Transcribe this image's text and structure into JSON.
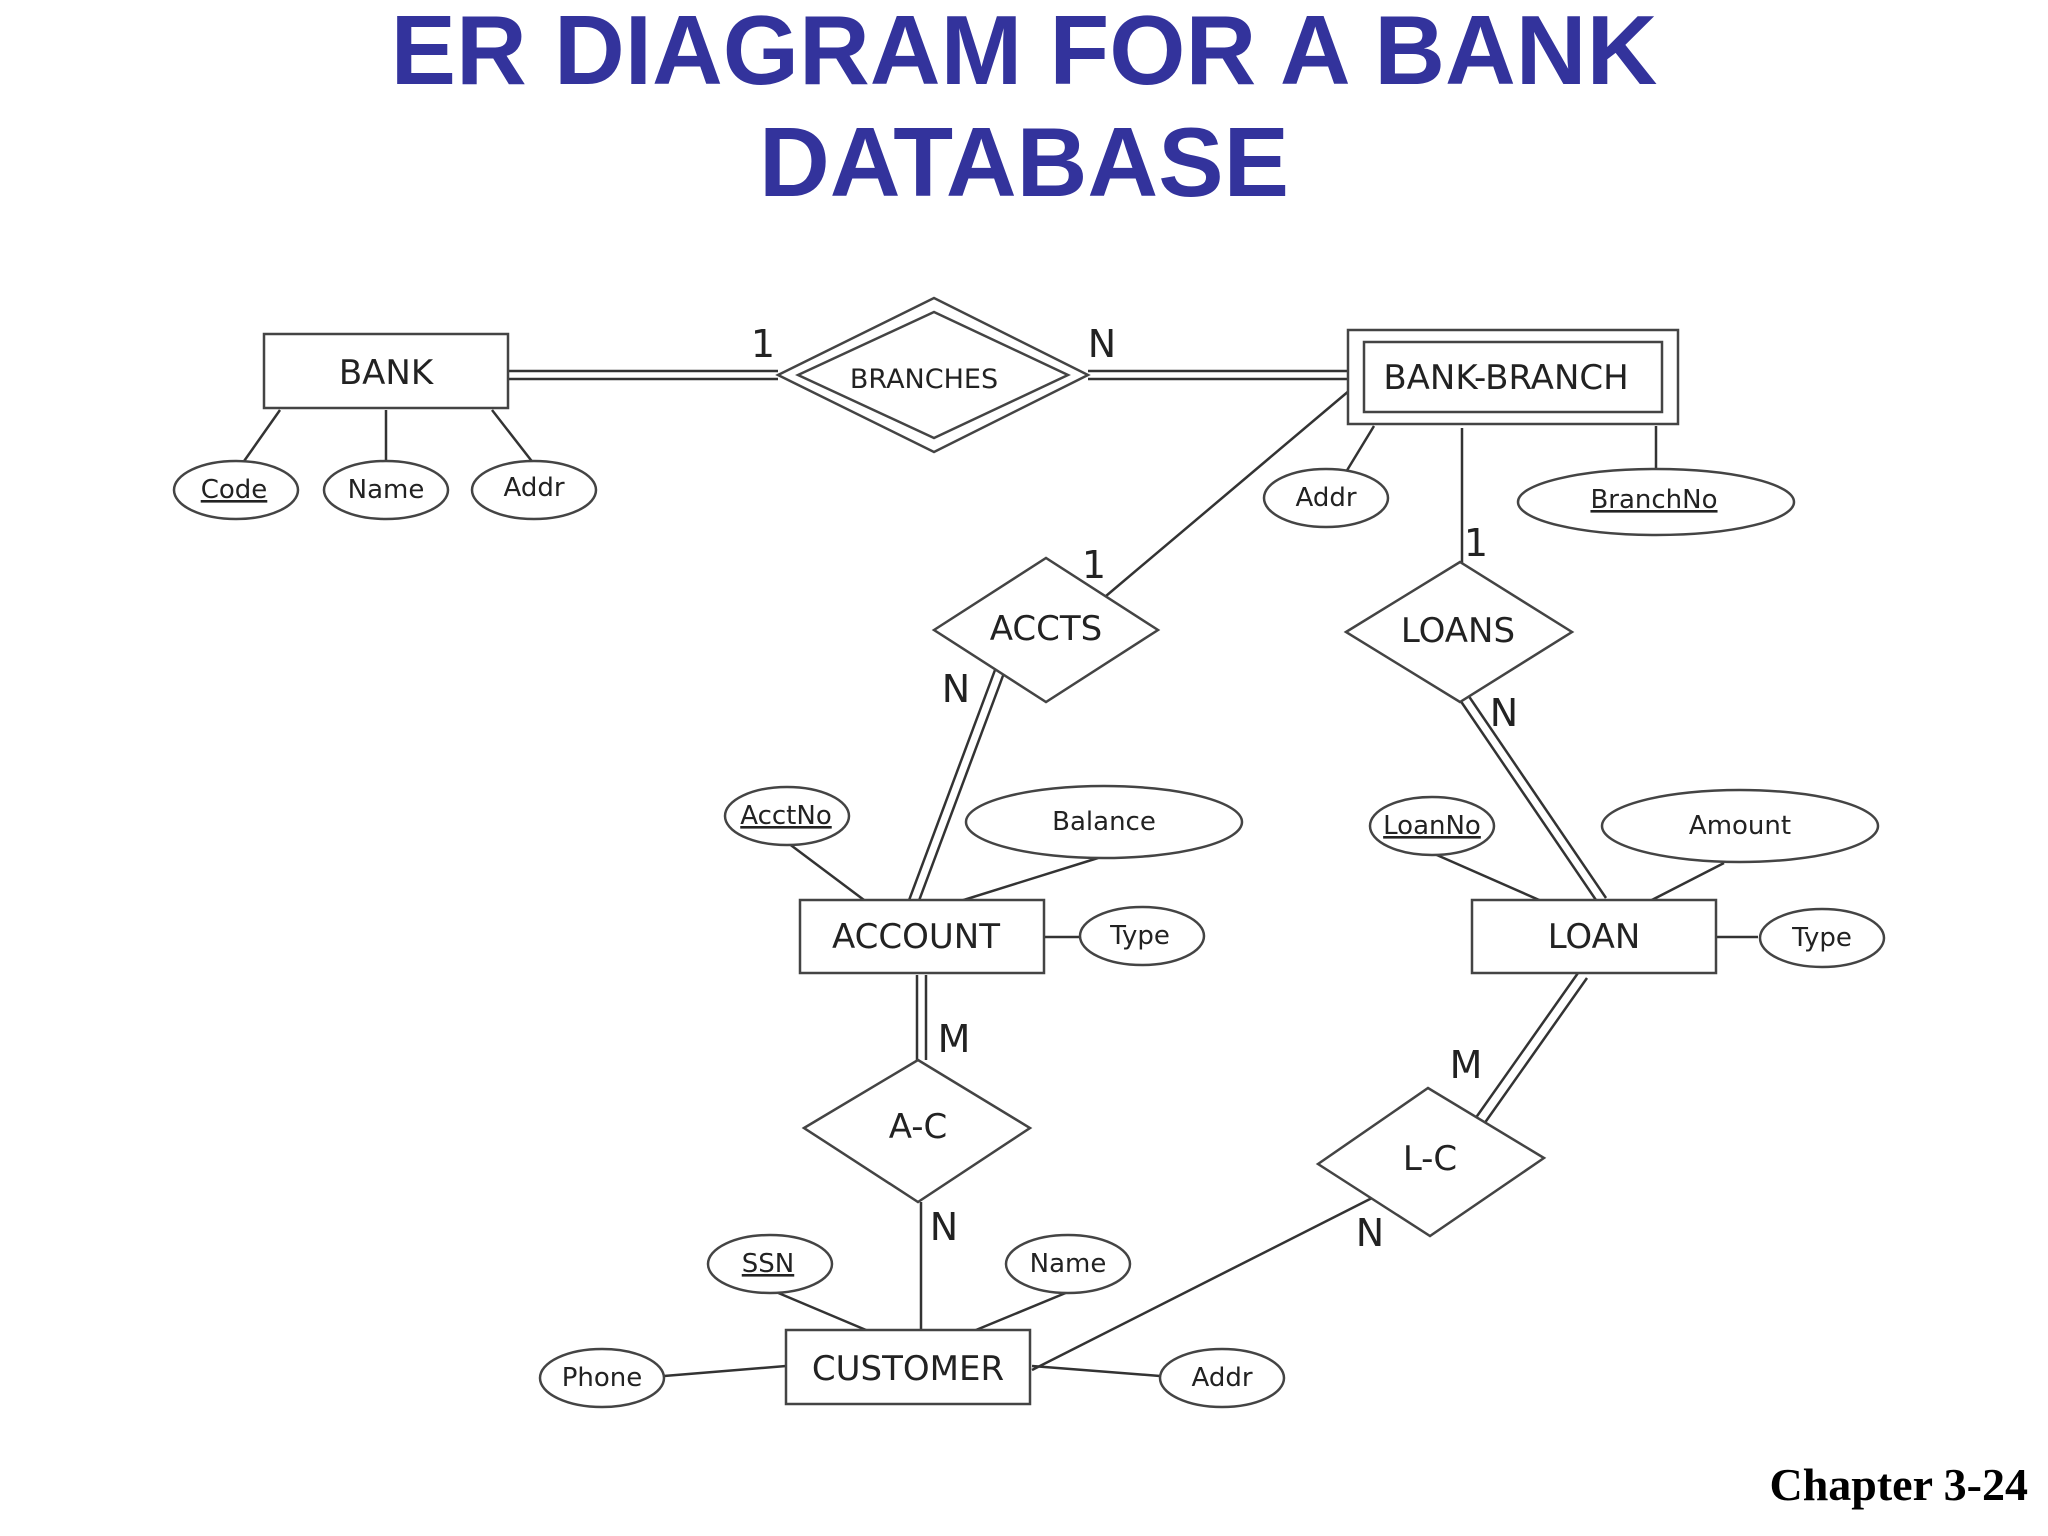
{
  "title": {
    "line1": "ER DIAGRAM FOR A BANK",
    "line2": "DATABASE"
  },
  "footer": "Chapter 3-24",
  "entities": {
    "bank": "BANK",
    "bank_branch": "BANK-BRANCH",
    "account": "ACCOUNT",
    "loan": "LOAN",
    "customer": "CUSTOMER"
  },
  "relationships": {
    "branches": "BRANCHES",
    "accts": "ACCTS",
    "loans": "LOANS",
    "a_c": "A-C",
    "l_c": "L-C"
  },
  "attributes": {
    "bank_code": "Code",
    "bank_name": "Name",
    "bank_addr": "Addr",
    "branch_addr": "Addr",
    "branch_no": "BranchNo",
    "acct_no": "AcctNo",
    "acct_balance": "Balance",
    "acct_type": "Type",
    "loan_no": "LoanNo",
    "loan_amount": "Amount",
    "loan_type": "Type",
    "cust_ssn": "SSN",
    "cust_name": "Name",
    "cust_phone": "Phone",
    "cust_addr": "Addr"
  },
  "cardinalities": {
    "bank_branches": "1",
    "branches_branch": "N",
    "branch_accts": "1",
    "accts_account": "N",
    "branch_loans": "1",
    "loans_loan": "N",
    "account_ac": "M",
    "ac_customer": "N",
    "loan_lc": "M",
    "lc_customer": "N"
  }
}
